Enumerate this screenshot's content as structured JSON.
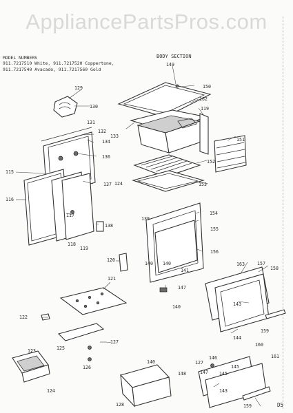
{
  "watermark": "AppliancePartsPros.com",
  "model_block": {
    "lines": [
      "MODEL NUMBERS",
      "911.7217510 White, 911.7217520 Coppertone,",
      "911.7217540 Avacado, 911.7217560 Gold"
    ]
  },
  "section_title": "BODY SECTION",
  "page_code": "D5",
  "part_numbers": {
    "p115": "115",
    "p116": "116",
    "p117": "117",
    "p118": "118",
    "p119a": "119",
    "p119b": "119",
    "p120": "120",
    "p121": "121",
    "p122": "122",
    "p123": "123",
    "p124a": "124",
    "p124b": "124",
    "p125": "125",
    "p126": "126",
    "p127a": "127",
    "p127b": "127",
    "p128": "128",
    "p129": "129",
    "p130": "130",
    "p131": "131",
    "p132": "132",
    "p133": "133",
    "p134": "134",
    "p136": "136",
    "p137": "137",
    "p138": "138",
    "p139": "139",
    "p140a": "140",
    "p140b": "140",
    "p140c": "140",
    "p140d": "140",
    "p141": "141",
    "p143a": "143",
    "p143b": "143",
    "p144": "144",
    "p145a": "145",
    "p145b": "145",
    "p146": "146",
    "p147a": "147",
    "p147b": "147",
    "p148": "148",
    "p149": "149",
    "p150": "150",
    "p151": "151",
    "p152": "152",
    "p153": "153",
    "p154": "154",
    "p155": "155",
    "p156": "156",
    "p157": "157",
    "p158": "158",
    "p159a": "159",
    "p159b": "159",
    "p160": "160",
    "p161": "161",
    "p162": "162",
    "p163": "163"
  }
}
